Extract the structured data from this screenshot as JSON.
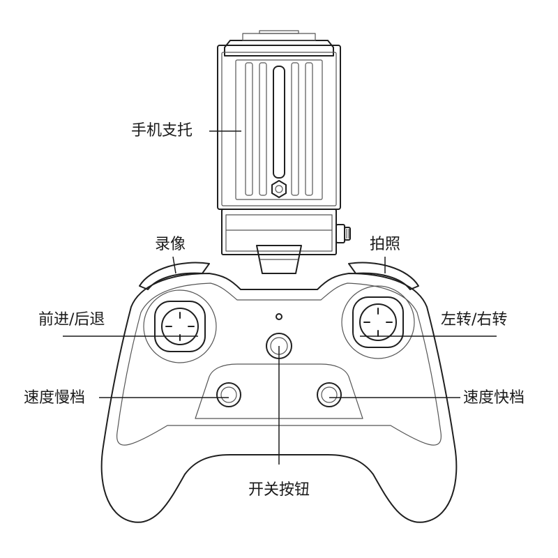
{
  "labels": {
    "phone_holder": "手机支托",
    "record": "录像",
    "photo": "拍照",
    "forward_backward": "前进/后退",
    "turn_left_right": "左转/右转",
    "slow_gear": "速度慢档",
    "fast_gear": "速度快档",
    "power_button": "开关按钮"
  },
  "colors": {
    "line": "#1f1f1f",
    "text": "#1a1a1a",
    "background": "#ffffff"
  }
}
